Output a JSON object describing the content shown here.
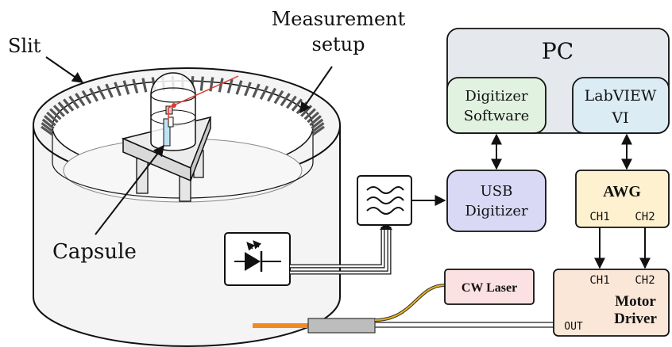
{
  "labels": {
    "slit": "Slit",
    "measurement_line1": "Measurement",
    "measurement_line2": "setup",
    "capsule": "Capsule"
  },
  "pc": {
    "title": "PC",
    "digitizer_software_line1": "Digitizer",
    "digitizer_software_line2": "Software",
    "labview_line1": "LabVIEW",
    "labview_line2": "VI"
  },
  "usb_digitizer": {
    "line1": "USB",
    "line2": "Digitizer"
  },
  "awg": {
    "title": "AWG",
    "ch1": "CH1",
    "ch2": "CH2"
  },
  "motor_driver": {
    "ch1": "CH1",
    "ch2": "CH2",
    "line1": "Motor",
    "line2": "Driver",
    "out": "OUT"
  },
  "cw_laser": "CW Laser",
  "icons": {
    "filter": "lowpass-filter-icon",
    "photodiode": "photodiode-icon"
  },
  "colors": {
    "pc_fill": "#e5e8ec",
    "digitizer_software_fill": "#e2f2e1",
    "labview_fill": "#dcecf5",
    "usb_digitizer_fill": "#d9d9f5",
    "awg_fill": "#fdf1cf",
    "motor_driver_fill": "#fbe7d8",
    "cw_laser_fill": "#fbe1e1",
    "fiber_orange": "#f4891f",
    "fiber_yellow": "#e6b21e",
    "laser_beam": "#e03a2e"
  }
}
